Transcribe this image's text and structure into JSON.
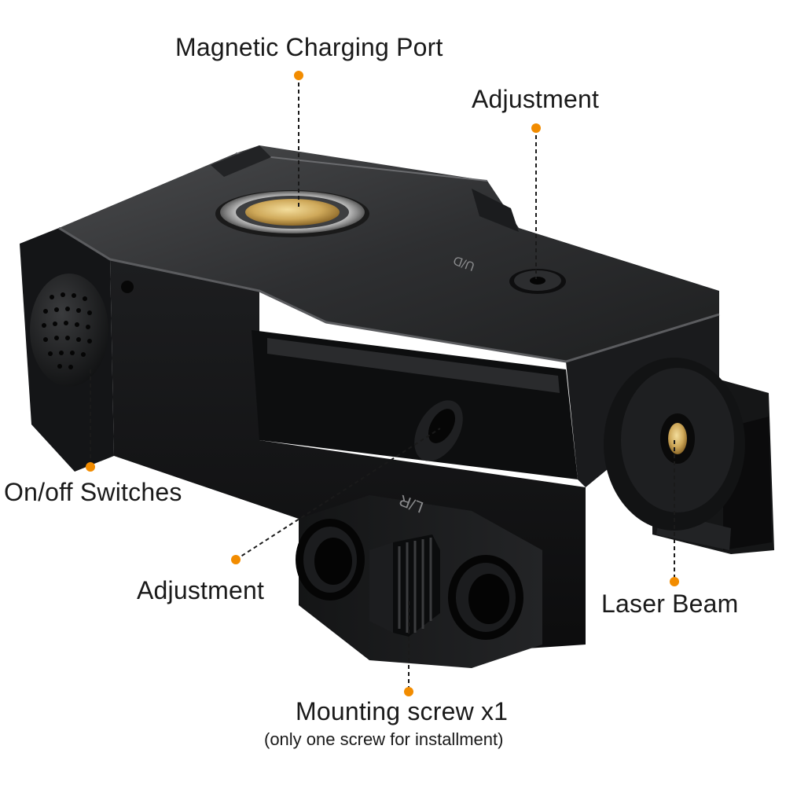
{
  "accent_color": "#f28c00",
  "product": {
    "engraving_top": "U/D",
    "engraving_front": "L/R"
  },
  "callouts": {
    "charging_port": "Magnetic Charging Port",
    "adjustment_top": "Adjustment",
    "on_off": "On/off Switches",
    "adjustment_side": "Adjustment",
    "laser_beam": "Laser Beam",
    "mounting_screw": "Mounting screw x1",
    "mounting_screw_note": "(only one screw for installment)"
  }
}
